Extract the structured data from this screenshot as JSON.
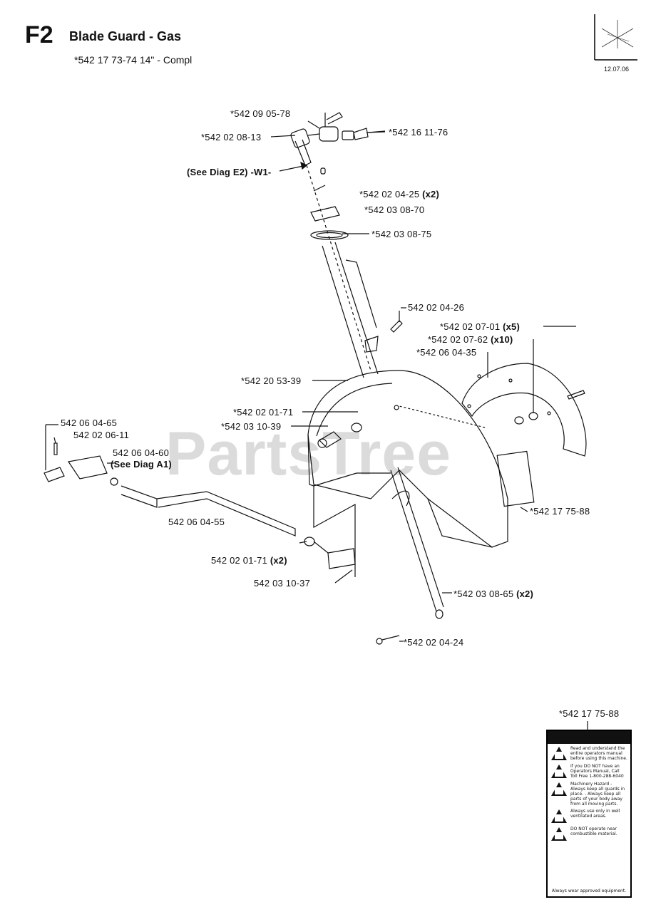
{
  "header": {
    "section_code": "F2",
    "title": "Blade Guard - Gas",
    "subtitle": "*542 17 73-74 14\" - Compl",
    "date": "12.07.06"
  },
  "watermark": "PartsTree",
  "callouts": [
    {
      "id": "c1",
      "text": "*542 09 05-78"
    },
    {
      "id": "c2",
      "text": "*542 02 08-13"
    },
    {
      "id": "c3",
      "text": "*542 16 11-76"
    },
    {
      "id": "c4",
      "text": "(See Diag E2) -W1-"
    },
    {
      "id": "c5",
      "text": "*542 02 04-25 ",
      "qty": "(x2)"
    },
    {
      "id": "c6",
      "text": "*542 03 08-70"
    },
    {
      "id": "c7",
      "text": "*542 03 08-75"
    },
    {
      "id": "c8",
      "text": "542 02 04-26"
    },
    {
      "id": "c9",
      "text": "*542 02 07-01 ",
      "qty": "(x5)"
    },
    {
      "id": "c10",
      "text": "*542 02 07-62 ",
      "qty": "(x10)"
    },
    {
      "id": "c11",
      "text": "*542 06 04-35"
    },
    {
      "id": "c12",
      "text": "*542 20 53-39"
    },
    {
      "id": "c13",
      "text": "*542 02 01-71"
    },
    {
      "id": "c14",
      "text": "*542 03 10-39"
    },
    {
      "id": "c15",
      "text": "542 06 04-65"
    },
    {
      "id": "c16",
      "text": "542 02 06-11"
    },
    {
      "id": "c17",
      "text": "542 06 04-60"
    },
    {
      "id": "c18",
      "text": "(See Diag A1)"
    },
    {
      "id": "c19",
      "text": "542 06 04-55"
    },
    {
      "id": "c20",
      "text": "542 02 01-71 ",
      "qty": "(x2)"
    },
    {
      "id": "c21",
      "text": "542 03 10-37"
    },
    {
      "id": "c22",
      "text": "*542 17 75-88"
    },
    {
      "id": "c23",
      "text": "*542 03 08-65 ",
      "qty": "(x2)"
    },
    {
      "id": "c24",
      "text": "*542 02 04-24"
    },
    {
      "id": "c25",
      "text": "*542 17 75-88"
    }
  ],
  "decal": {
    "rows": [
      "Read and understand the entire operators manual before using this machine.",
      "If you DO NOT have an Operators Manual, Call Toll Free 1-800-288-6040",
      "Machinery Hazard - Always keep all guards in place. - Always keep all parts of your body away from all moving parts.",
      "Always use only in well ventilated areas.",
      "DO NOT operate near combustible material."
    ],
    "footer": "Always wear approved equipment."
  }
}
